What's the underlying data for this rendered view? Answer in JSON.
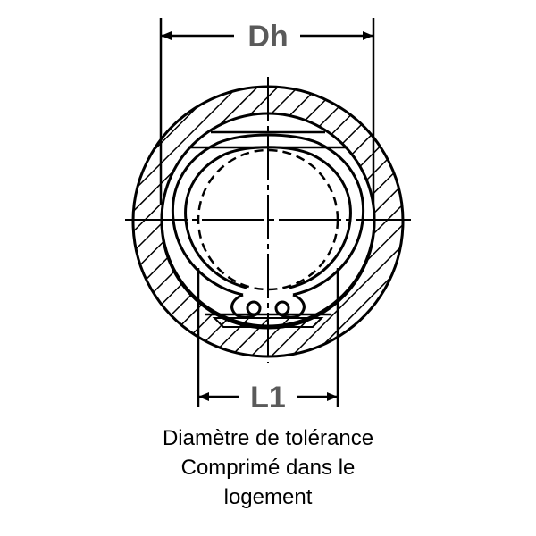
{
  "dimensions": {
    "outer": "Dh",
    "inner": "L1"
  },
  "caption": {
    "line1": "Diamètre de tolérance",
    "line2": "Comprimé dans le",
    "line3": "logement"
  },
  "colors": {
    "stroke": "#000000",
    "label": "#5a5a5a",
    "background": "#ffffff"
  }
}
